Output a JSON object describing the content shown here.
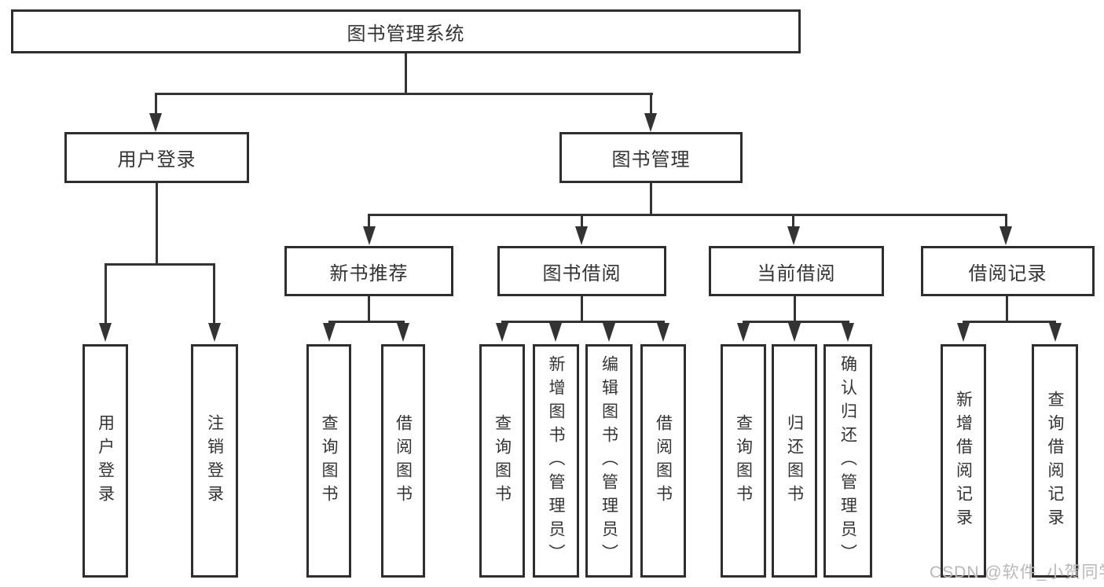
{
  "diagram": {
    "root": {
      "label": "图书管理系统"
    },
    "level2": [
      {
        "label": "用户登录"
      },
      {
        "label": "图书管理"
      }
    ],
    "level3": [
      {
        "label": "新书推荐"
      },
      {
        "label": "图书借阅"
      },
      {
        "label": "当前借阅"
      },
      {
        "label": "借阅记录"
      }
    ],
    "branches": [
      {
        "parent": "用户登录",
        "children": [
          "用户登录",
          "注销登录"
        ]
      },
      {
        "parent": "新书推荐",
        "children": [
          "查询图书",
          "借阅图书"
        ]
      },
      {
        "parent": "图书借阅",
        "children": [
          "查询图书",
          "新增图书（管理员）",
          "编辑图书（管理员）",
          "借阅图书"
        ]
      },
      {
        "parent": "当前借阅",
        "children": [
          "查询图书",
          "归还图书",
          "确认归还（管理员）"
        ]
      },
      {
        "parent": "借阅记录",
        "children": [
          "新增借阅记录",
          "查询借阅记录"
        ]
      }
    ],
    "colors": {
      "line": "#333333",
      "text": "#333333",
      "background": "#ffffff"
    }
  },
  "watermark": {
    "text": "CSDN @软件_小贺同学",
    "color": "#b8b8b8"
  }
}
